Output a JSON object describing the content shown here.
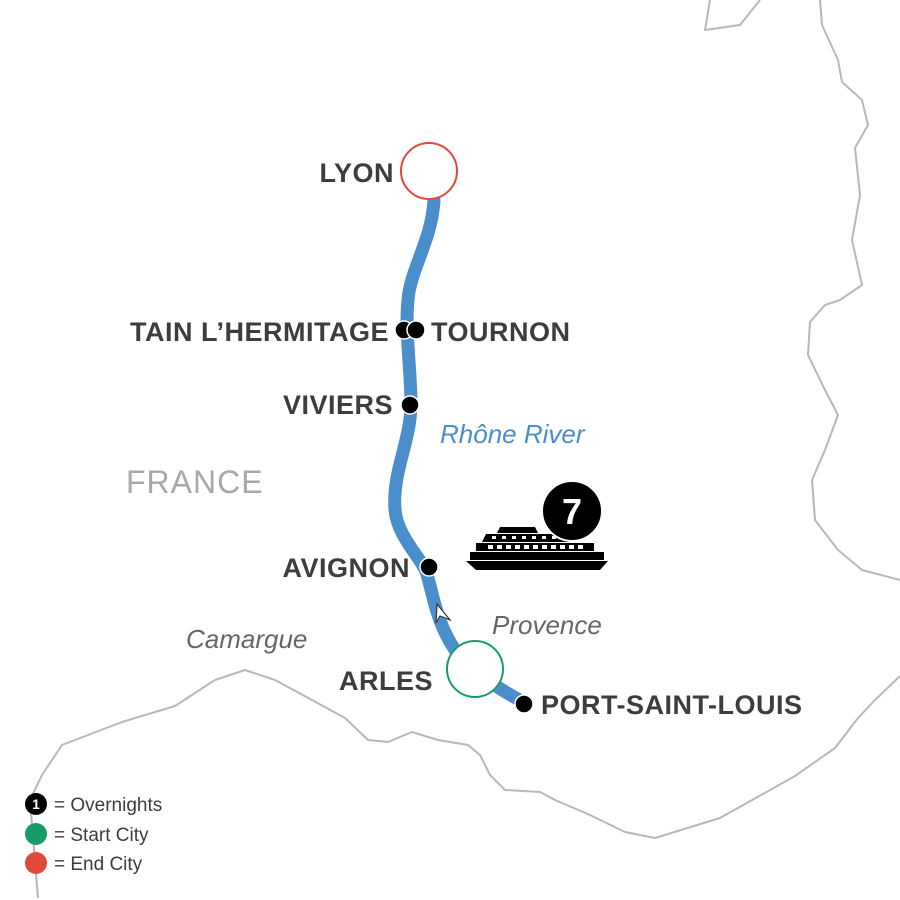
{
  "map": {
    "country_label": "FRANCE",
    "river_label": "Rhône River",
    "regions": {
      "camargue": "Camargue",
      "provence": "Provence"
    },
    "cities": {
      "lyon": "LYON",
      "tain": "TAIN L’HERMITAGE",
      "tournon": "TOURNON",
      "viviers": "VIVIERS",
      "avignon": "AVIGNON",
      "arles": "ARLES",
      "port_saint_louis": "PORT-SAINT-LOUIS"
    },
    "ship_badge": {
      "overnights": "7",
      "icon": "river-cruise-ship-icon"
    },
    "colors": {
      "river": "#4a8fcb",
      "start_city": "#1a9b6a",
      "end_city": "#e0493c",
      "border": "#b8b8b8",
      "city_dot": "#000000"
    }
  },
  "legend": {
    "overnights_number": "1",
    "overnights_label": "= Overnights",
    "start_label": "= Start City",
    "end_label": "= End City"
  }
}
